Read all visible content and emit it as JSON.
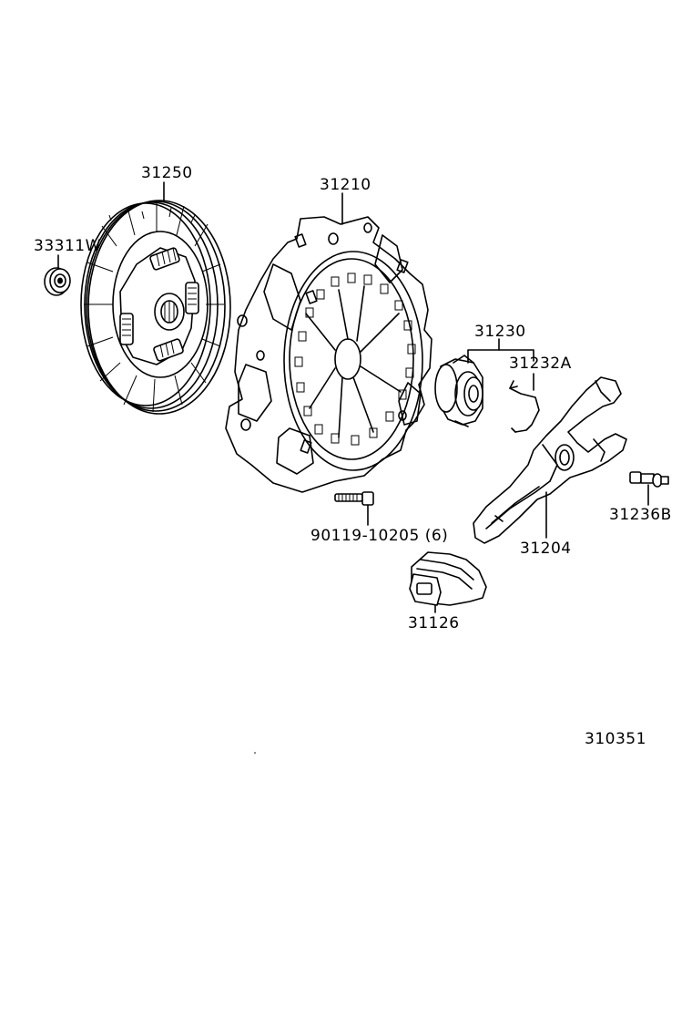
{
  "figure_id": "310351",
  "parts": [
    {
      "key": "disc",
      "number": "31250"
    },
    {
      "key": "bearing",
      "number": "33311W"
    },
    {
      "key": "cover",
      "number": "31210"
    },
    {
      "key": "release_bearing",
      "number": "31230"
    },
    {
      "key": "clip",
      "number": "31232A"
    },
    {
      "key": "fork",
      "number": "31204"
    },
    {
      "key": "pivot_bolt",
      "number": "31236B"
    },
    {
      "key": "cover_bolt",
      "number": "90119-10205 (6)"
    },
    {
      "key": "boot",
      "number": "31126"
    }
  ]
}
